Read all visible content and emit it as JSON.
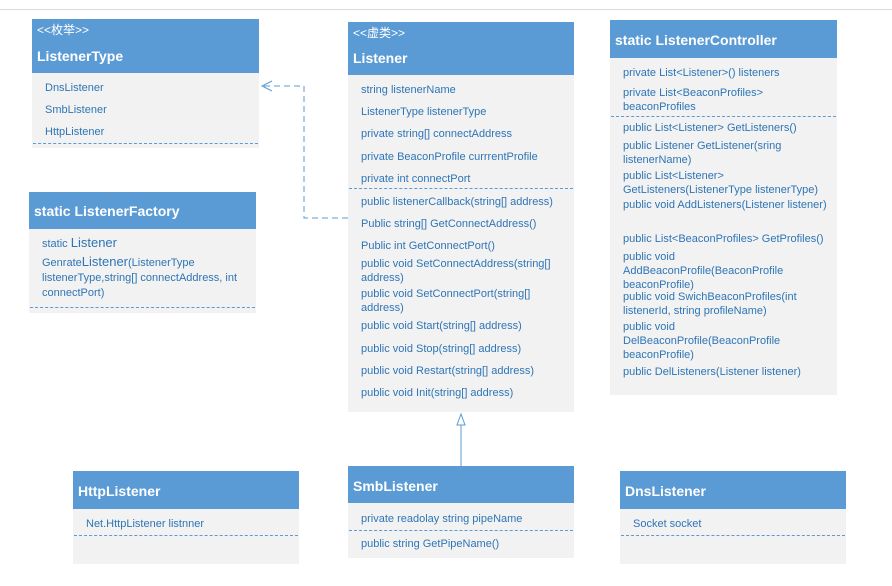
{
  "diagram": {
    "listener_type": {
      "stereotype": "<<枚举>>",
      "name": "ListenerType",
      "fields": [
        "DnsListener",
        "SmbListener",
        "HttpListener"
      ]
    },
    "listener_factory": {
      "name": "static ListenerFactory",
      "line1_prefix": "static ",
      "line1_name": "Listener",
      "line2_prefix": "Genrate",
      "line2_name": "Listener",
      "line2_suffix": "(ListenerType listenerType,string[] connectAddress, int connectPort)"
    },
    "listener": {
      "stereotype": "<<虚类>>",
      "name": "Listener",
      "fields": [
        "string listenerName",
        "ListenerType listenerType",
        "private string[] connectAddress",
        "private BeaconProfile currrentProfile",
        "private int connectPort"
      ],
      "methods": [
        "public listenerCallback(string[] address)",
        "Public string[] GetConnectAddress()",
        "Public int GetConnectPort()",
        "public void SetConnectAddress(string[] address)",
        "public void SetConnectPort(string[] address)",
        "public void Start(string[] address)",
        "public void Stop(string[] address)",
        "public void Restart(string[] address)",
        "public void Init(string[] address)"
      ]
    },
    "listener_controller": {
      "name": "static ListenerController",
      "fields": [
        "private List<Listener>() listeners",
        "private List<BeaconProfiles> beaconProfiles"
      ],
      "methods": [
        "public List<Listener> GetListeners()",
        "public Listener GetListener(sring listenerName)",
        "public List<Listener> GetListeners(ListenerType listenerType)",
        "public void AddListeners(Listener listener)",
        "public List<BeaconProfiles> GetProfiles()",
        "public void AddBeaconProfile(BeaconProfile beaconProfile)",
        "public void SwichBeaconProfiles(int listenerId, string profileName)",
        "public void DelBeaconProfile(BeaconProfile beaconProfile)",
        "public  DelListeners(Listener listener)"
      ]
    },
    "http_listener": {
      "name": "HttpListener",
      "fields": [
        "Net.HttpListener listnner"
      ]
    },
    "smb_listener": {
      "name": "SmbListener",
      "fields": [
        "private readolay string pipeName"
      ],
      "methods": [
        "public string GetPipeName()"
      ]
    },
    "dns_listener": {
      "name": "DnsListener",
      "fields": [
        "Socket socket"
      ]
    },
    "colors": {
      "header": "#5b9bd5",
      "body": "#f2f2f2",
      "text": "#2e75b6",
      "header_text": "#ffffff"
    }
  }
}
